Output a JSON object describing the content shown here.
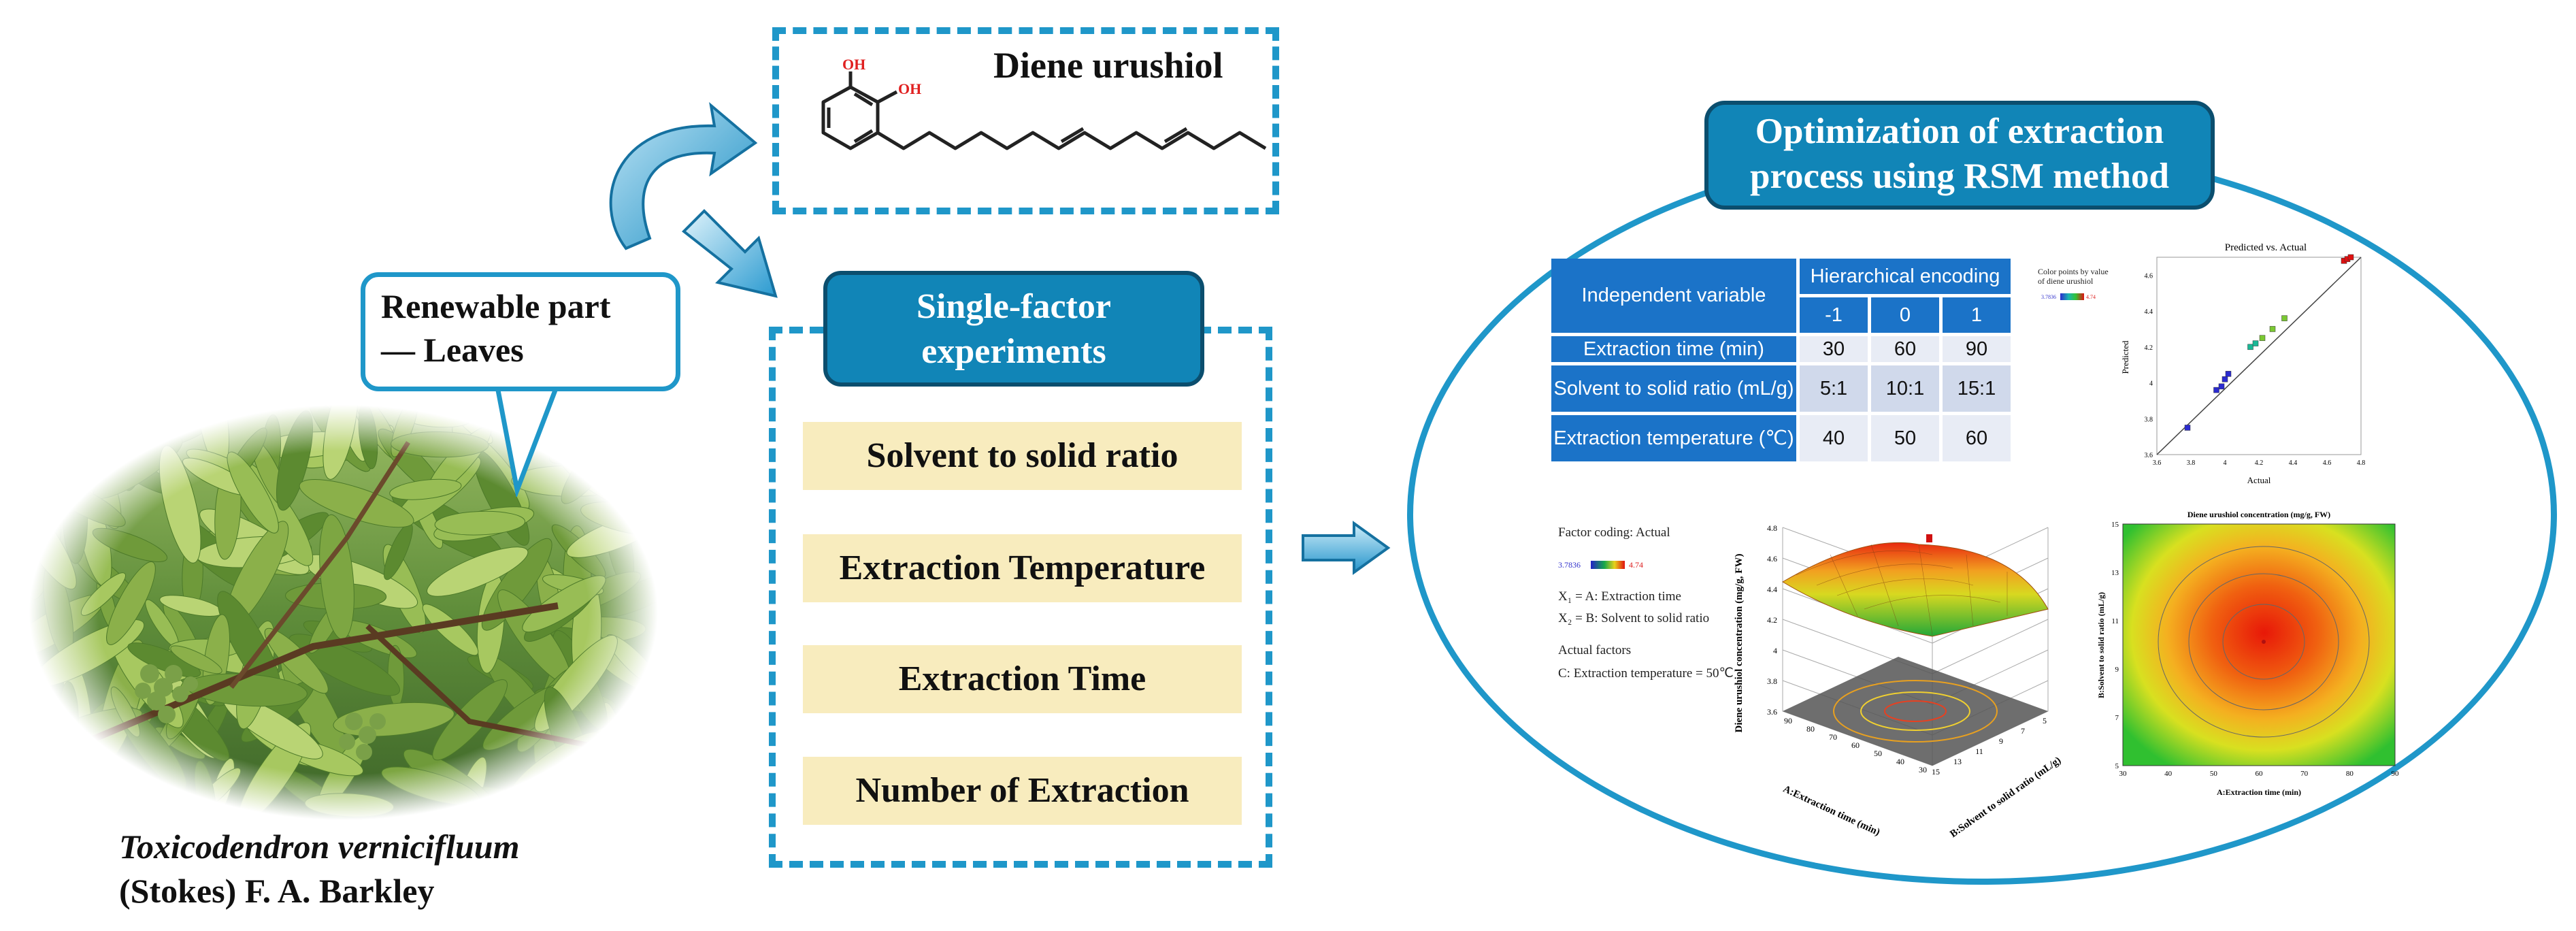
{
  "callout": {
    "line1": "Renewable part",
    "line2": "— Leaves"
  },
  "species": {
    "name": "Toxicodendron vernicifluum",
    "author": "(Stokes) F. A. Barkley"
  },
  "diene": {
    "title": "Diene urushiol",
    "oh1": "OH",
    "oh2": "OH"
  },
  "single_factor": {
    "header_line1": "Single-factor",
    "header_line2": "experiments",
    "factors": [
      "Solvent to solid ratio",
      "Extraction Temperature",
      "Extraction Time",
      "Number of Extraction"
    ]
  },
  "rsm": {
    "header_line1": "Optimization of extraction",
    "header_line2": "process using RSM method"
  },
  "table": {
    "independent_header": "Independent variable",
    "encoding_header": "Hierarchical encoding",
    "levels": [
      "-1",
      "0",
      "1"
    ],
    "rows": [
      {
        "name": "Extraction time (min)",
        "values": [
          "30",
          "60",
          "90"
        ]
      },
      {
        "name": "Solvent to solid ratio (mL/g)",
        "values": [
          "5:1",
          "10:1",
          "15:1"
        ]
      },
      {
        "name": "Extraction temperature (℃)",
        "values": [
          "40",
          "50",
          "60"
        ]
      }
    ]
  },
  "scatter": {
    "title": "Predicted vs. Actual",
    "xlabel": "Actual",
    "ylabel": "Predicted",
    "legend_line1": "Color points by value",
    "legend_line2": "of diene urushiol",
    "range_min": "3.7836",
    "range_max": "4.74",
    "x_ticks": [
      "3.6",
      "3.8",
      "4",
      "4.2",
      "4.4",
      "4.6",
      "4.8"
    ],
    "y_ticks": [
      "3.6",
      "3.8",
      "4",
      "4.2",
      "4.4",
      "4.6"
    ]
  },
  "surface": {
    "factor_coding": "Factor coding: Actual",
    "range_min": "3.7836",
    "range_max": "4.74",
    "x1": "X₁ = A: Extraction time",
    "x2": "X₂ = B: Solvent to solid ratio",
    "actual_factors": "Actual factors",
    "fixed": "C: Extraction temperature = 50℃",
    "zlabel": "Diene urushiol concentration (mg/g, FW)",
    "xlabel": "A:Extraction time (min)",
    "ylabel": "B:Solvent to solid ratio (mL/g)",
    "z_ticks": [
      "3.6",
      "3.8",
      "4",
      "4.2",
      "4.4",
      "4.6",
      "4.8"
    ],
    "a_ticks": [
      "90",
      "80",
      "70",
      "60",
      "50",
      "40",
      "30"
    ],
    "b_ticks": [
      "5",
      "7",
      "9",
      "11",
      "13",
      "15"
    ]
  },
  "contour": {
    "title": "Diene urushiol concentration (mg/g, FW)",
    "xlabel": "A:Extraction time (min)",
    "ylabel": "B:Solvent to solid ratio (mL/g)",
    "x_ticks": [
      "30",
      "40",
      "50",
      "60",
      "70",
      "80",
      "90"
    ],
    "y_ticks": [
      "5",
      "7",
      "9",
      "11",
      "13",
      "15"
    ]
  },
  "chart_data": {
    "type": "scatter",
    "title": "Predicted vs. Actual",
    "xlabel": "Actual",
    "ylabel": "Predicted",
    "xlim": [
      3.6,
      4.8
    ],
    "ylim": [
      3.6,
      4.7
    ],
    "points": [
      [
        3.78,
        3.75
      ],
      [
        3.95,
        3.96
      ],
      [
        3.98,
        3.98
      ],
      [
        4.0,
        4.02
      ],
      [
        4.02,
        4.05
      ],
      [
        4.15,
        4.2
      ],
      [
        4.18,
        4.22
      ],
      [
        4.22,
        4.25
      ],
      [
        4.28,
        4.3
      ],
      [
        4.35,
        4.36
      ],
      [
        4.7,
        4.68
      ],
      [
        4.72,
        4.69
      ],
      [
        4.74,
        4.7
      ]
    ]
  }
}
